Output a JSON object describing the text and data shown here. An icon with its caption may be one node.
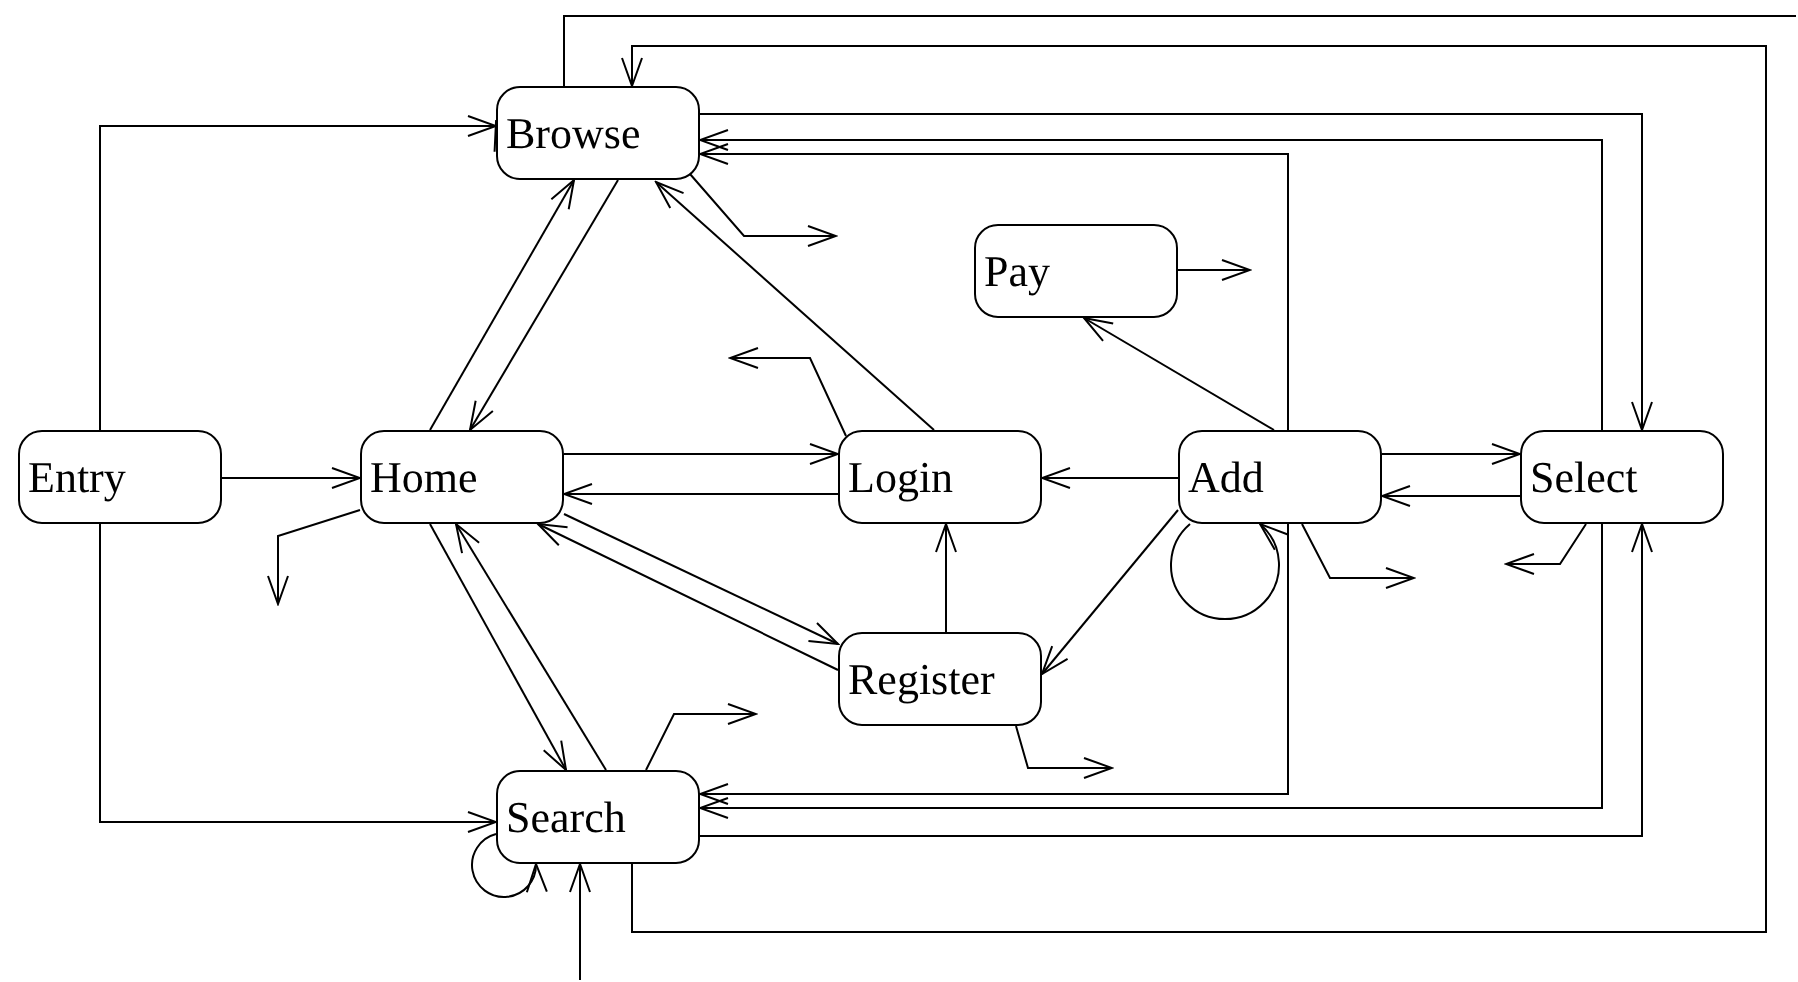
{
  "diagram": {
    "nodes": [
      {
        "text": [
          "Browse"
        ]
      },
      {
        "text": [
          "Pay"
        ]
      },
      {
        "text": [
          "Entry"
        ]
      },
      {
        "text": [
          "Home"
        ]
      },
      {
        "text": [
          "Login"
        ]
      },
      {
        "text": [
          "Add"
        ]
      },
      {
        "text": [
          "Select"
        ]
      },
      {
        "text": [
          "Register"
        ]
      },
      {
        "text": [
          "Search"
        ]
      }
    ],
    "edges": [
      {
        "from": 0,
        "to": 0,
        "arrow": "to"
      },
      {
        "from": 2,
        "to": 0,
        "arrow": "to"
      },
      {
        "from": 2,
        "to": 3,
        "arrow": "to"
      },
      {
        "from": 2,
        "to": 8,
        "arrow": "to"
      },
      {
        "from": 3,
        "to": 0,
        "arrow": "to"
      },
      {
        "from": 0,
        "to": 3,
        "arrow": "to"
      },
      {
        "from": 0,
        "to": null,
        "arrow": "to"
      },
      {
        "from": 4,
        "to": 0,
        "arrow": "to"
      },
      {
        "from": 4,
        "to": null,
        "arrow": "to"
      },
      {
        "from": 3,
        "to": 4,
        "arrow": "to"
      },
      {
        "from": 4,
        "to": 3,
        "arrow": "to"
      },
      {
        "from": 3,
        "to": null,
        "arrow": "to"
      },
      {
        "from": 3,
        "to": 7,
        "arrow": "to"
      },
      {
        "from": 7,
        "to": 3,
        "arrow": "to"
      },
      {
        "from": 3,
        "to": 8,
        "arrow": "to"
      },
      {
        "from": 8,
        "to": 3,
        "arrow": "to"
      },
      {
        "from": 7,
        "to": 4,
        "arrow": "to"
      },
      {
        "from": 8,
        "to": 8,
        "arrow": "to"
      },
      {
        "from": null,
        "to": 8,
        "arrow": "to"
      },
      {
        "from": 8,
        "to": null,
        "arrow": "to"
      },
      {
        "from": 7,
        "to": null,
        "arrow": "to"
      },
      {
        "from": 5,
        "to": 4,
        "arrow": "to"
      },
      {
        "from": 5,
        "to": 1,
        "arrow": "to"
      },
      {
        "from": 1,
        "to": null,
        "arrow": "to"
      },
      {
        "from": 5,
        "to": 5,
        "arrow": "to"
      },
      {
        "from": 5,
        "to": 7,
        "arrow": "to"
      },
      {
        "from": 5,
        "to": 6,
        "arrow": "to"
      },
      {
        "from": 6,
        "to": 5,
        "arrow": "to"
      },
      {
        "from": 5,
        "to": null,
        "arrow": "to"
      },
      {
        "from": 6,
        "to": null,
        "arrow": "to"
      },
      {
        "from": 0,
        "to": null,
        "arrow": "none"
      },
      {
        "from": 8,
        "to": 0,
        "arrow": "to"
      },
      {
        "from": 0,
        "to": 6,
        "arrow": "to"
      },
      {
        "from": 6,
        "to": 0,
        "arrow": "to"
      },
      {
        "from": 5,
        "to": 0,
        "arrow": "to"
      },
      {
        "from": 5,
        "to": 8,
        "arrow": "to"
      },
      {
        "from": 6,
        "to": 8,
        "arrow": "to"
      },
      {
        "from": 8,
        "to": 6,
        "arrow": "to"
      }
    ]
  }
}
